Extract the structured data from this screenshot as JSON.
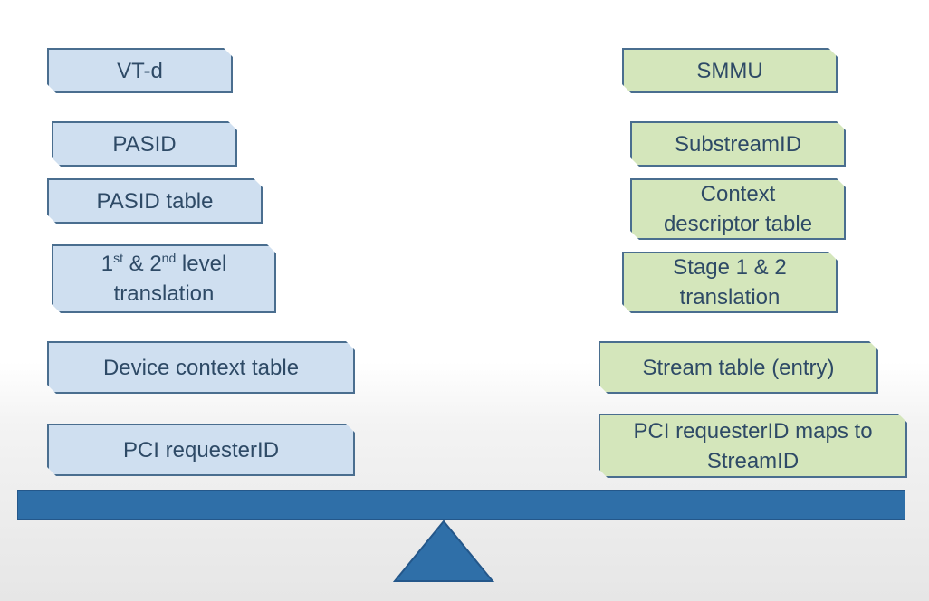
{
  "left": {
    "vtd": "VT-d",
    "pasid": "PASID",
    "pasid_table": "PASID table",
    "translation": {
      "n1": "1",
      "sup1": "st",
      "amp": " & 2",
      "sup2": "nd",
      "rest": " level",
      "line2": "translation"
    },
    "device_context_table": "Device context table",
    "pci_requester_id": "PCI requesterID"
  },
  "right": {
    "smmu": "SMMU",
    "substream_id": "SubstreamID",
    "context_descriptor_table": "Context descriptor table",
    "stage_translation": "Stage 1 & 2 translation",
    "stream_table": "Stream table (entry)",
    "pci_maps": "PCI requesterID maps to StreamID"
  },
  "colors": {
    "left_fill": "#cfdff0",
    "right_fill": "#d4e6bb",
    "border": "#4a6e8f",
    "text": "#2e4a66",
    "beam": "#2f6fa8"
  }
}
